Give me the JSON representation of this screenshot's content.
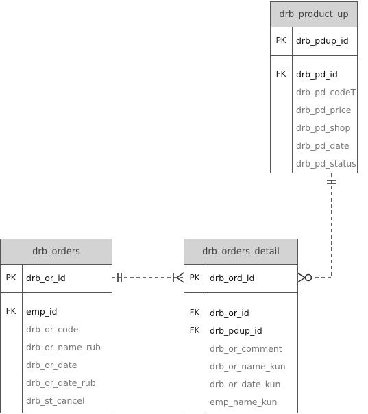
{
  "tables": {
    "product_up": {
      "name": "drb_product_up",
      "pk_label": "PK",
      "pk_field": "drb_pdup_id",
      "fk_label": "FK",
      "fields": [
        "drb_pd_id",
        "drb_pd_codeT",
        "drb_pd_price",
        "drb_pd_shop",
        "drb_pd_date",
        "drb_pd_status"
      ]
    },
    "orders": {
      "name": "drb_orders",
      "pk_label": "PK",
      "pk_field": "drb_or_id",
      "fk_label": "FK",
      "fields": [
        "emp_id",
        "drb_or_code",
        "drb_or_name_rub",
        "drb_or_date",
        "drb_or_date_rub",
        "drb_st_cancel"
      ]
    },
    "orders_detail": {
      "name": "drb_orders_detail",
      "pk_label": "PK",
      "pk_field": "drb_ord_id",
      "fk_label_1": "FK",
      "fk_label_2": "FK",
      "fields": [
        "drb_or_id",
        "drb_pdup_id",
        "drb_or_comment",
        "drb_or_name_kun",
        "drb_or_date_kun",
        "emp_name_kun"
      ]
    }
  },
  "colors": {
    "header_bg": "#d3d3d3",
    "border": "#555555",
    "line": "#333333"
  }
}
